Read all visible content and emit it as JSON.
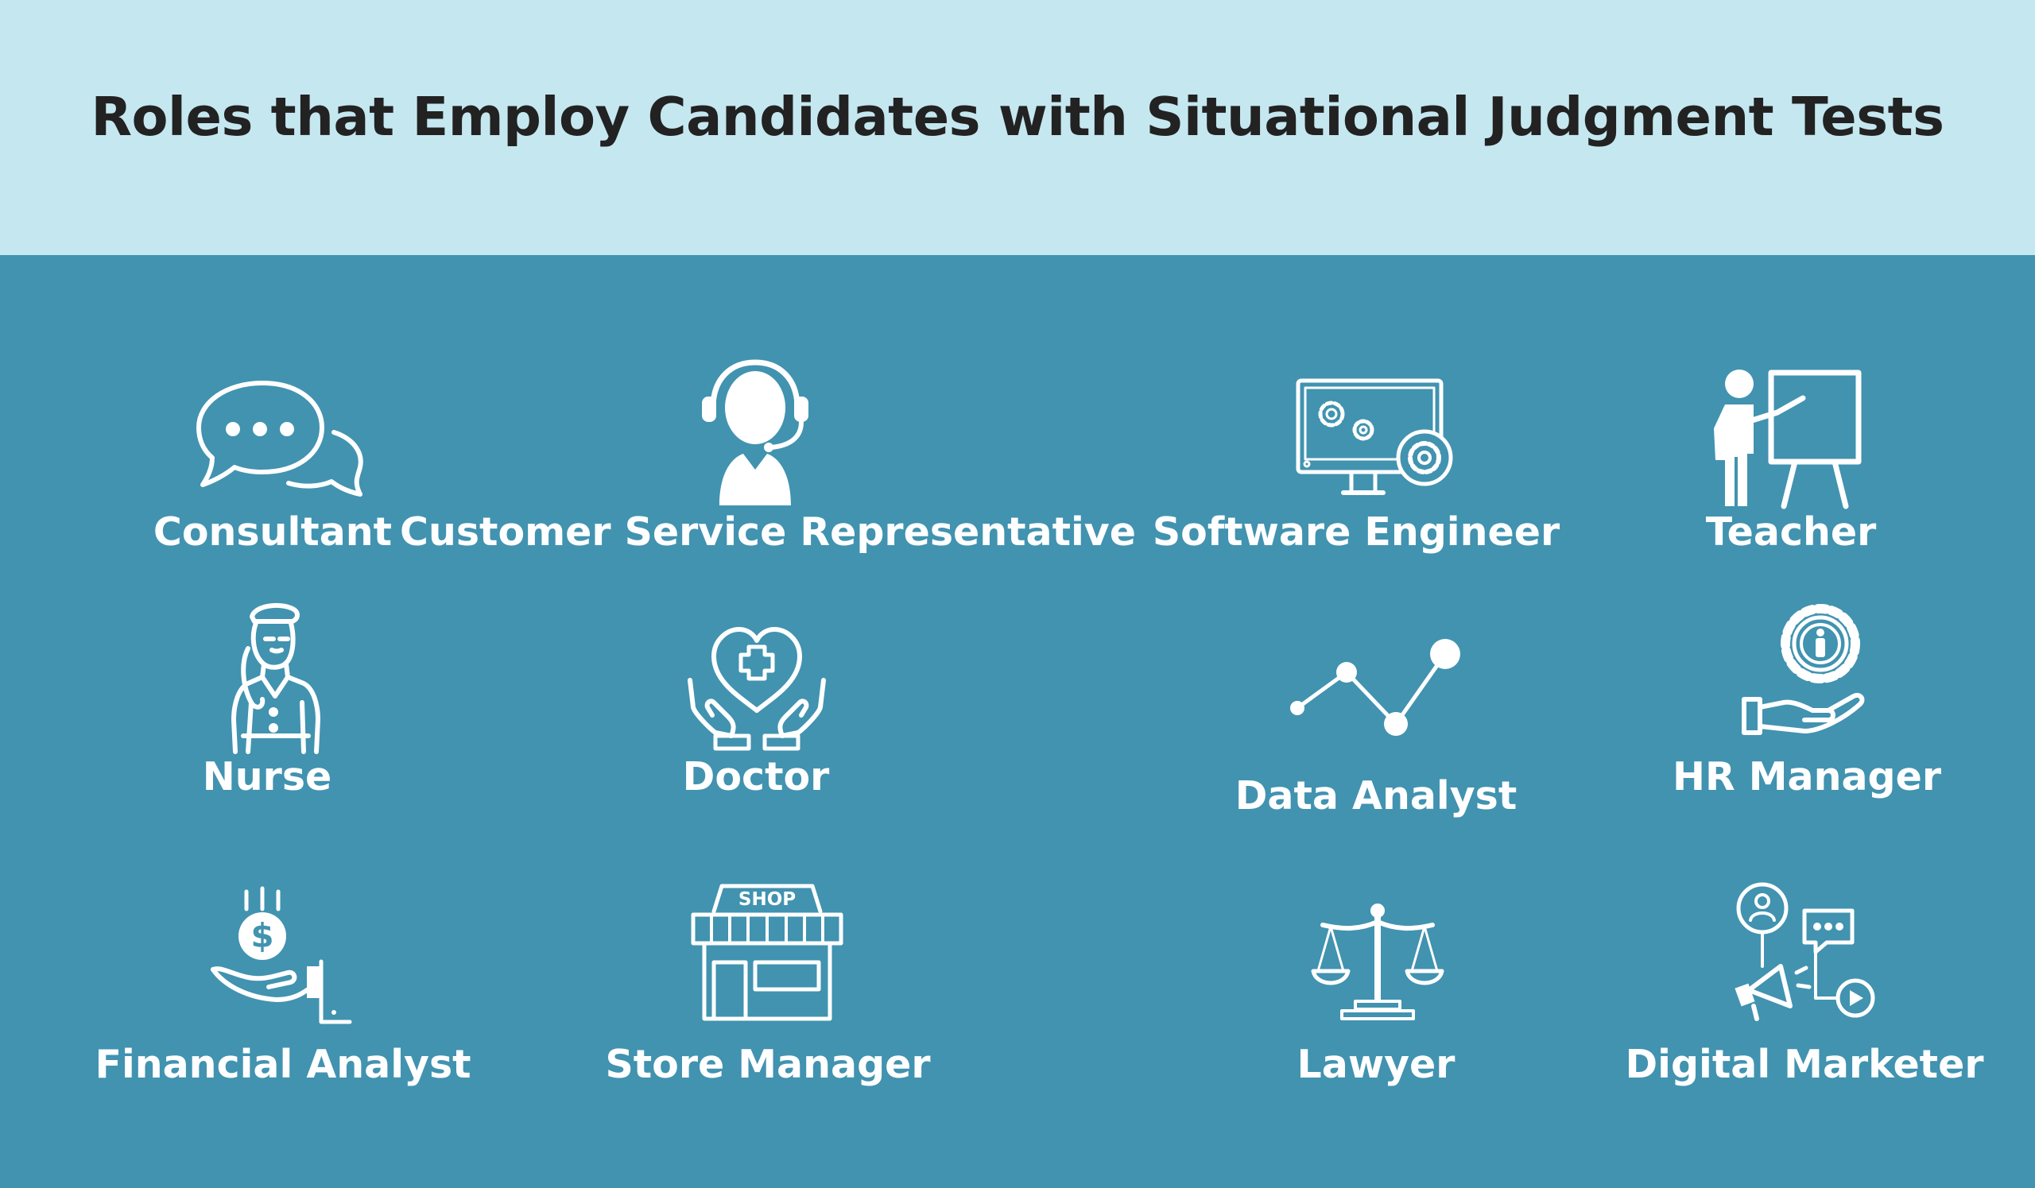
{
  "title": "Roles that Employ Candidates with Situational Judgment Tests",
  "colors": {
    "header_background": "#c5e7f0",
    "main_background": "#4193b0",
    "title_text": "#222222",
    "label_text": "#ffffff"
  },
  "roles": [
    {
      "label": "Consultant",
      "icon": "chat-bubbles-icon"
    },
    {
      "label": "Customer Service Representative",
      "icon": "headset-agent-icon"
    },
    {
      "label": "Software Engineer",
      "icon": "monitor-gears-icon"
    },
    {
      "label": "Teacher",
      "icon": "teacher-board-icon"
    },
    {
      "label": "Nurse",
      "icon": "nurse-icon"
    },
    {
      "label": "Doctor",
      "icon": "heart-hands-icon"
    },
    {
      "label": "Data Analyst",
      "icon": "line-graph-icon"
    },
    {
      "label": "HR Manager",
      "icon": "hand-gear-person-icon"
    },
    {
      "label": "Financial Analyst",
      "icon": "hand-dollar-coin-icon"
    },
    {
      "label": "Store Manager",
      "icon": "shop-icon"
    },
    {
      "label": "Lawyer",
      "icon": "scales-of-justice-icon"
    },
    {
      "label": "Digital Marketer",
      "icon": "megaphone-social-icon"
    }
  ],
  "shop_sign": "SHOP"
}
